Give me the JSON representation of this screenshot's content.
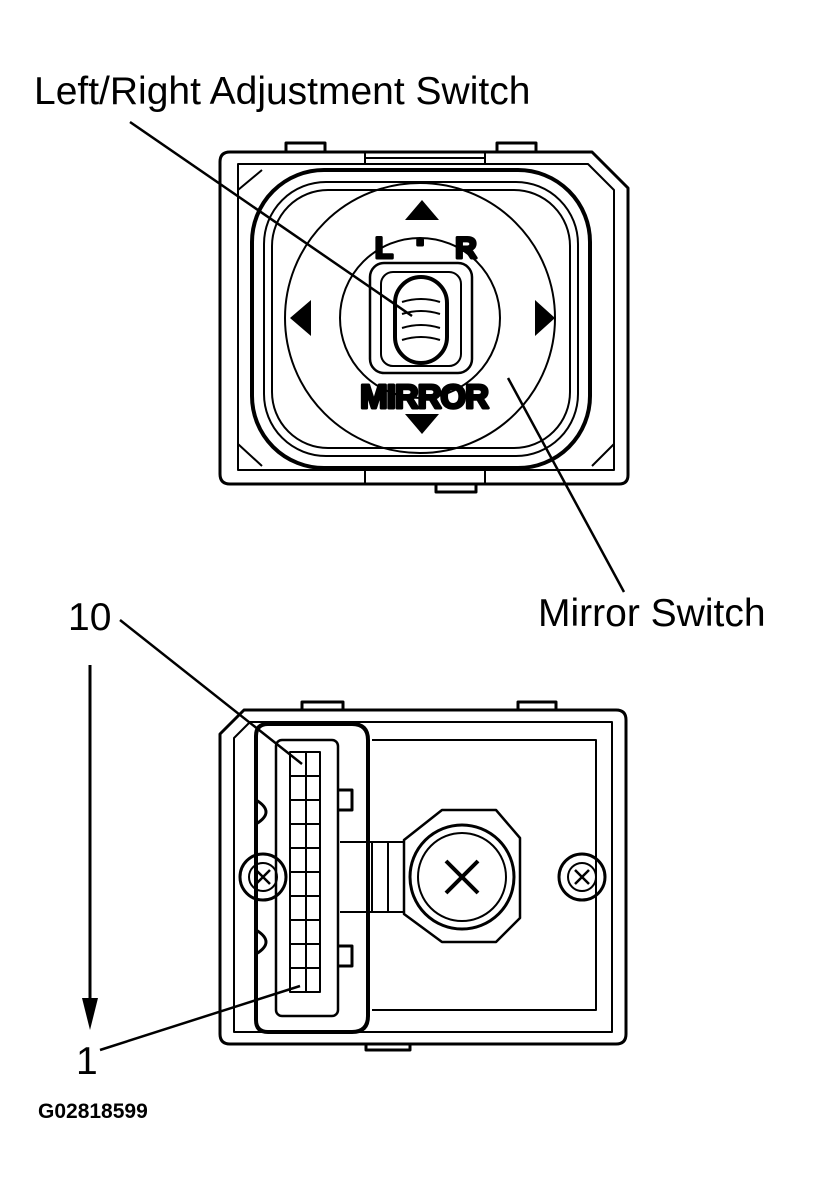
{
  "callouts": {
    "lr_switch": "Left/Right Adjustment Switch",
    "mirror_switch": "Mirror Switch",
    "pin_10": "10",
    "pin_1": "1"
  },
  "switch_face": {
    "left_char": "L",
    "dot": "·",
    "right_char": "R",
    "mirror_text": "MIRROR"
  },
  "figure_code": "G02818599",
  "colors": {
    "ink": "#000000",
    "paper": "#ffffff"
  }
}
